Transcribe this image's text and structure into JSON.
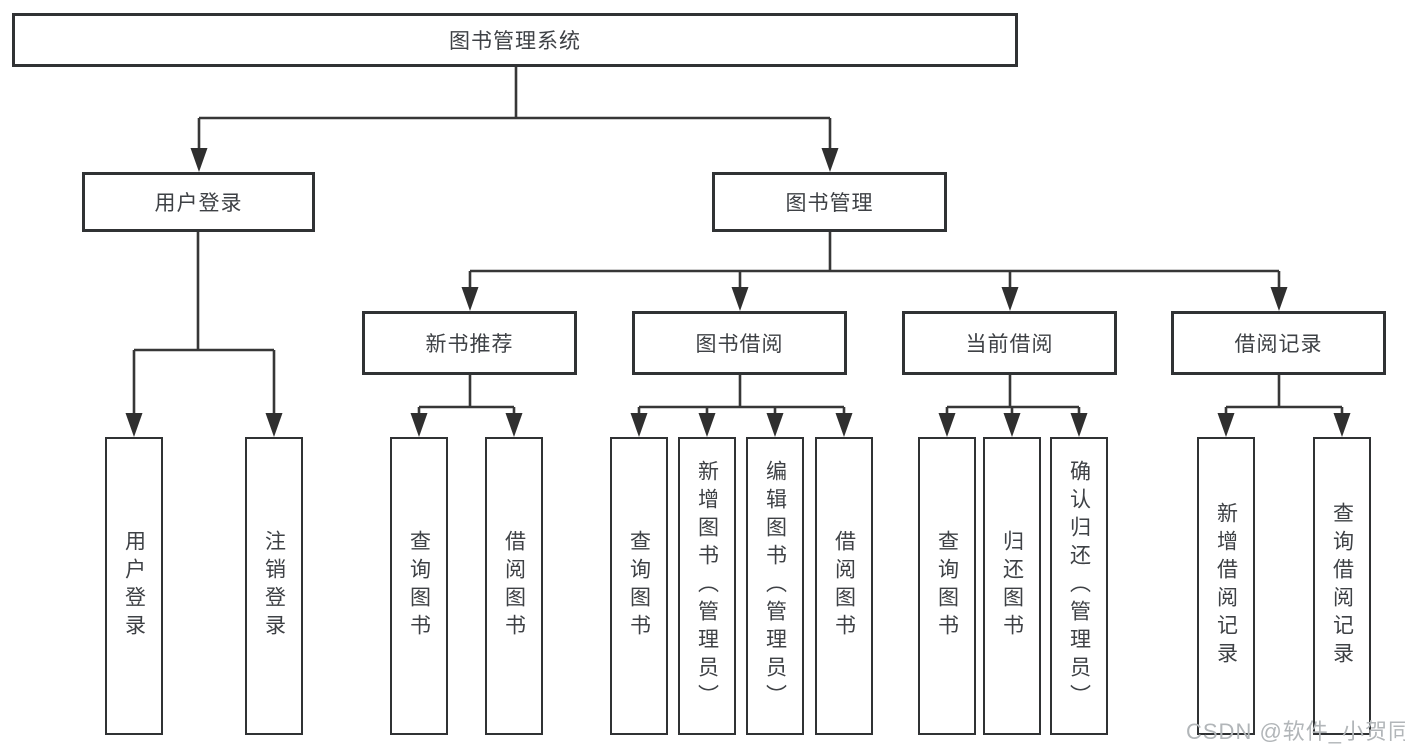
{
  "tree": {
    "root": "图书管理系统",
    "branches": [
      {
        "label": "用户登录",
        "leaves": [
          "用户登录",
          "注销登录"
        ]
      },
      {
        "label": "图书管理",
        "groups": [
          {
            "label": "新书推荐",
            "leaves": [
              "查询图书",
              "借阅图书"
            ]
          },
          {
            "label": "图书借阅",
            "leaves": [
              "查询图书",
              "新增图书（管理员）",
              "编辑图书（管理员）",
              "借阅图书"
            ]
          },
          {
            "label": "当前借阅",
            "leaves": [
              "查询图书",
              "归还图书",
              "确认归还（管理员）"
            ]
          },
          {
            "label": "借阅记录",
            "leaves": [
              "新增借阅记录",
              "查询借阅记录"
            ]
          }
        ]
      }
    ]
  },
  "watermark": "CSDN @软件_小贺同学",
  "colors": {
    "line": "#373737",
    "arrow": "#2f2f2f",
    "box_border": "#303234",
    "text": "#3e4145",
    "watermark": "#b2b6b9",
    "background": "#ffffff"
  }
}
